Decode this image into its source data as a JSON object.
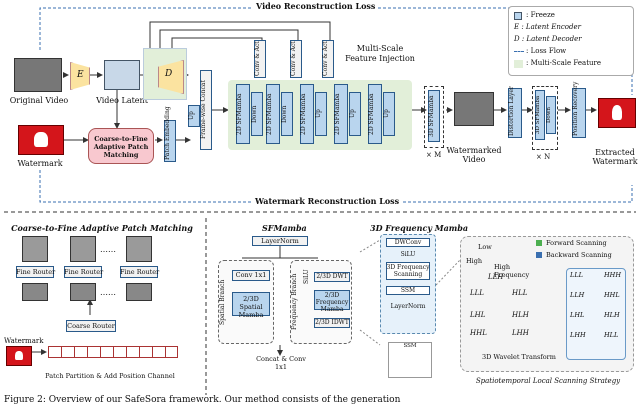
{
  "top": {
    "video_recon_loss": "Video Reconstruction Loss",
    "watermark_recon_loss": "Watermark Reconstruction Loss",
    "original_video": "Original Video",
    "video_latent": "Video Latent",
    "watermark": "Watermark",
    "encoder_E": "E",
    "decoder_D": "D",
    "matching_block": "Coarse-to-Fine Adaptive Patch Matching",
    "patch_embedding": "Patch Embedding",
    "up": "Up",
    "down": "Down",
    "frame_concat": "Frame-wise Concat",
    "sfmamba_2d": "2D SFMamba",
    "conv_act": "Conv & Act",
    "multi_scale_feature_injection": "Multi-Scale Feature Injection",
    "sfmamba_3d": "3D SFMamba",
    "times_M": "× M",
    "times_N": "× N",
    "watermarked_video": "Watermarked Video",
    "distortion_layer": "Distortion Layer",
    "position_recovery": "Position Recovery",
    "extracted_watermark": "Extracted Watermark"
  },
  "legend": {
    "freeze": ": Freeze",
    "latent_encoder": "E : Latent Encoder",
    "latent_decoder": "D : Latent Decoder",
    "loss_flow": ": Loss Flow",
    "multi_scale_feature": ": Multi-Scale Feature"
  },
  "bottom_left": {
    "title": "Coarse-to-Fine Adaptive Patch Matching",
    "fine_router": "Fine Router",
    "coarse_router": "Coarse Router",
    "watermark": "Watermark",
    "caption": "Patch Partition & Add Position Channel",
    "ellipsis": "……"
  },
  "sfmamba": {
    "title": "SFMamba",
    "layernorm": "LayerNorm",
    "spatial_branch": "Spatial Branch",
    "frequency_branch": "Frequency Branch",
    "conv1x1": "Conv 1x1",
    "silu": "SiLU",
    "spatial_mamba": "2/3D Spatial Mamba",
    "frequency_mamba": "2/3D Frequency Mamba",
    "dwt": "2/3D DWT",
    "idwt": "2/3D IDWT",
    "concat": "Concat & Conv 1x1"
  },
  "freq_mamba": {
    "title": "3D Frequency Mamba",
    "dwconv": "DWConv",
    "silu": "SiLU",
    "scanning": "3D Frequency Scanning",
    "ssm": "SSM",
    "layernorm": "LayerNorm",
    "ssm_small": "SSM"
  },
  "scanning": {
    "low": "Low",
    "high": "High",
    "high_frequency": "High Frequency",
    "forward": "Forward Scanning",
    "backward": "Backward Scanning",
    "wavelet": "3D Wavelet Transform",
    "strategy": "Spatiotemporal Local Scanning Strategy",
    "lll": "LLL",
    "llh": "LLH",
    "hll": "HLL",
    "hlh": "HLH",
    "lhl": "LHL",
    "lhh": "LHH",
    "hhl": "HHL",
    "hhh": "HHH"
  },
  "caption": "Figure 2: Overview of our SafeSora framework. Our method consists of the generation"
}
